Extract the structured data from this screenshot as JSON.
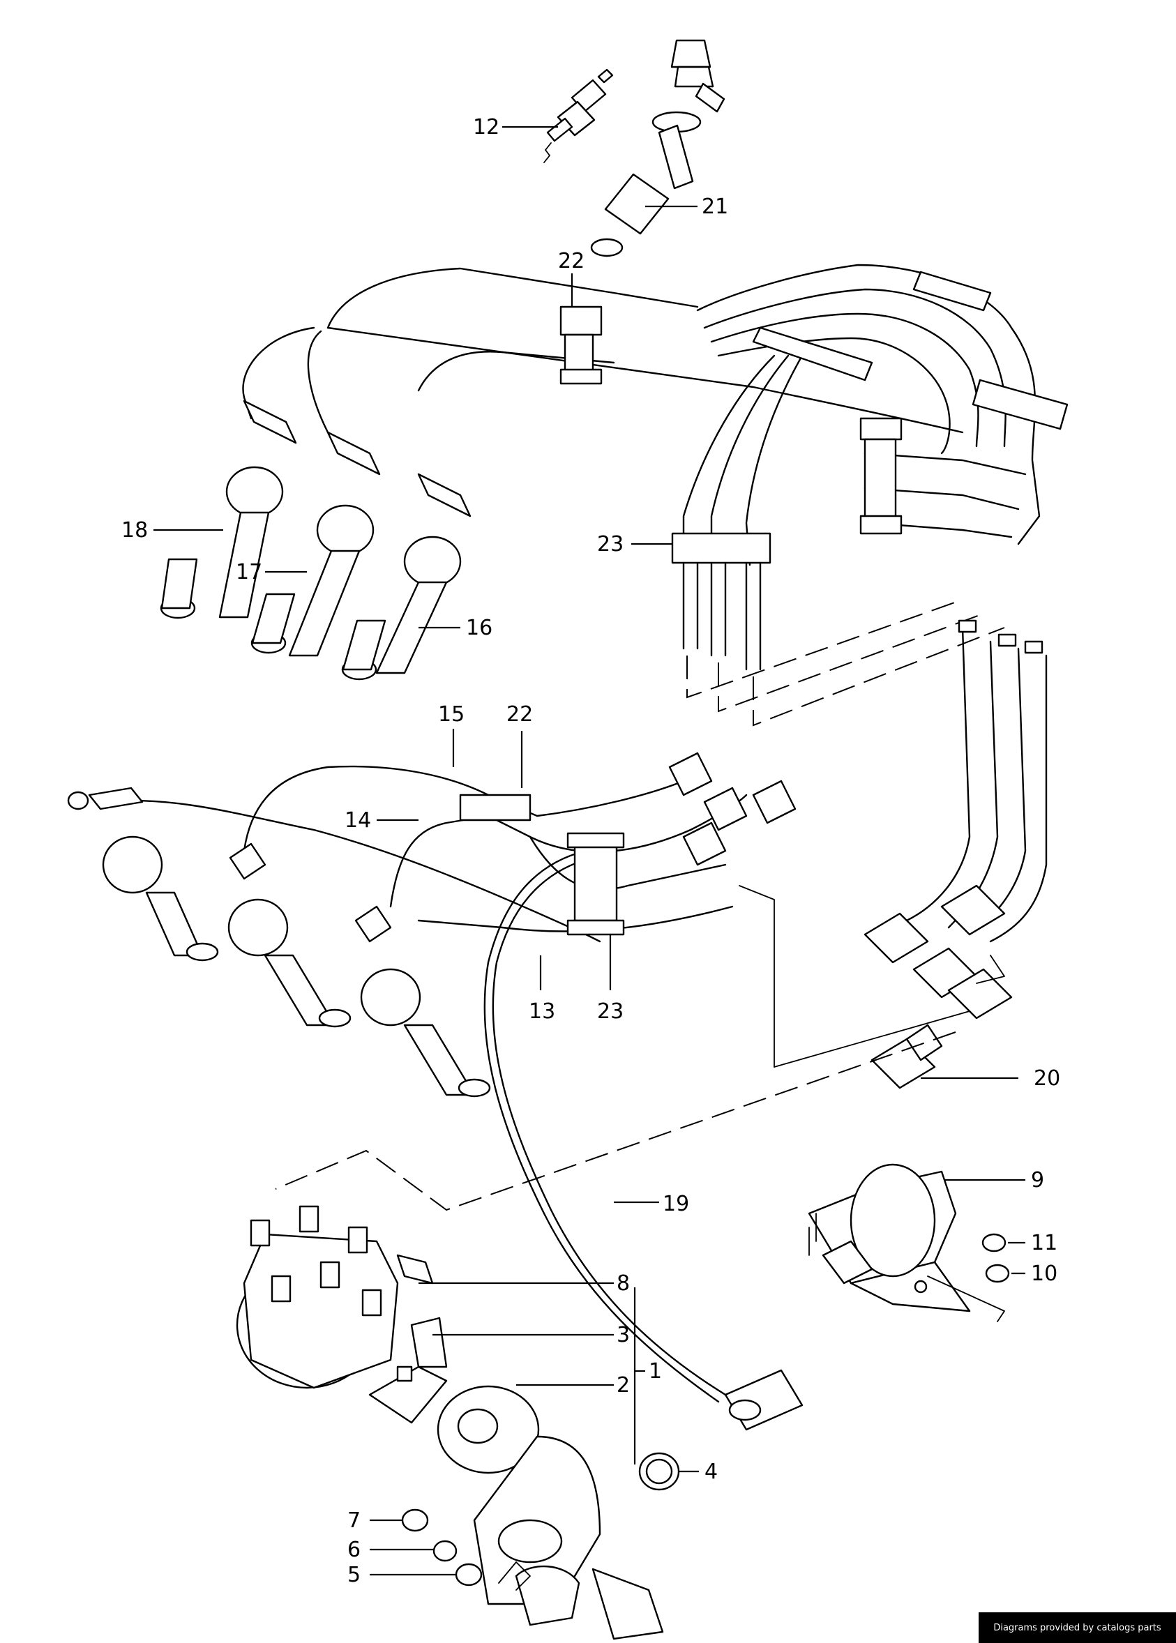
{
  "diagram": {
    "callouts": [
      "1",
      "2",
      "3",
      "4",
      "5",
      "6",
      "7",
      "8",
      "9",
      "10",
      "11",
      "12",
      "13",
      "14",
      "15",
      "16",
      "17",
      "18",
      "19",
      "20",
      "21",
      "22",
      "22",
      "23",
      "23"
    ],
    "parts": [
      "distributor",
      "distributor-rotor",
      "distributor-cap",
      "o-ring",
      "washer",
      "spring-washer",
      "nut",
      "ignition-coil",
      "nut",
      "washer",
      "spark-plug",
      "ignition-lead-set-right",
      "ignition-lead-set-left",
      "spark-plug-connector",
      "coil-lead",
      "connector",
      "wire-holder",
      "wire-holder"
    ]
  },
  "footer": {
    "text": "Diagrams provided by catalogs parts"
  }
}
